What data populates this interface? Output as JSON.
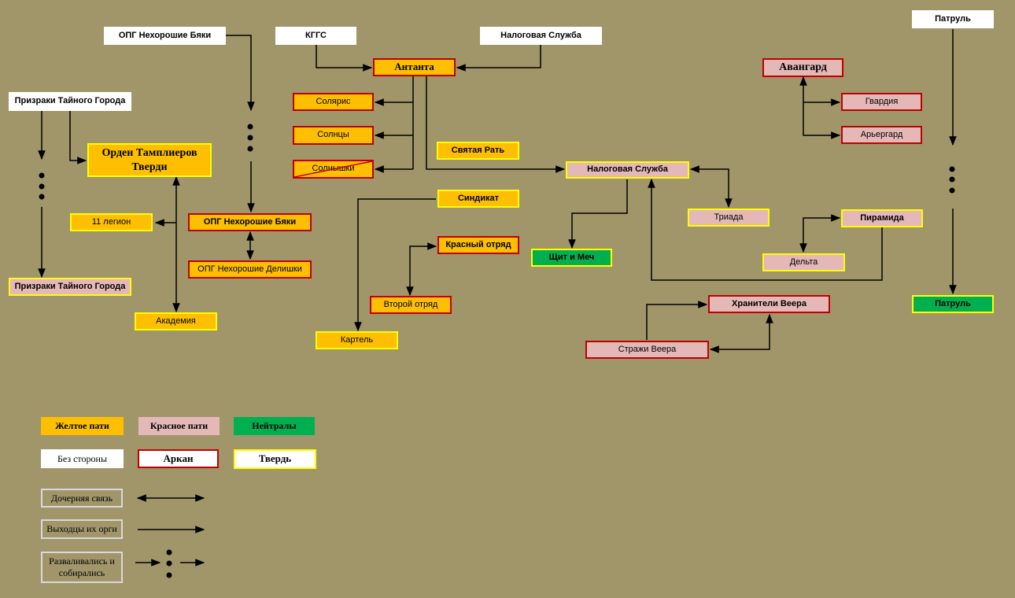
{
  "nodes": {
    "opg_byaki_top": "ОПГ Нехорошие Бяки",
    "kggs": "КГГС",
    "nalog_top": "Налоговая Служба",
    "antanta": "Антанта",
    "patrul_top": "Патруль",
    "avangard": "Авангард",
    "prizraki_top": "Призраки Тайного Города",
    "solyaris": "Солярис",
    "gvardiya": "Гвардия",
    "templiers": "Орден Тамплиеров Тверди",
    "solntsy": "Солнцы",
    "aryergard": "Арьергард",
    "svyataya_rat": "Святая Рать",
    "solnyshki": "Солнышки",
    "nalog_mid": "Налоговая Служба",
    "sindikat": "Синдикат",
    "triada": "Триада",
    "legion": "11 легион",
    "opg_byaki_mid": "ОПГ Нехорошие Бяки",
    "piramida": "Пирамида",
    "krasny_otryad": "Красный отряд",
    "shchit_mech": "Щит и Меч",
    "delta": "Дельта",
    "opg_delishki": "ОПГ Нехорошие Делишки",
    "prizraki_bottom": "Призраки Тайного Города",
    "vtoroy_otryad": "Второй отряд",
    "khraniteli": "Хранители Веера",
    "patrul_bottom": "Патруль",
    "akademiya": "Академия",
    "kartel": "Картель",
    "strazhi": "Стражи Веера"
  },
  "legend": {
    "yellow_party": "Желтое пати",
    "red_party": "Красное пати",
    "neutrals": "Нейтралы",
    "no_side": "Без стороны",
    "arkan": "Аркан",
    "tverd": "Твердь",
    "child_link": "Дочерняя связь",
    "splinters": "Выходцы их орги",
    "split_rejoin": "Разваливались и собирались"
  },
  "colors": {
    "background": "#a0966a",
    "yellow_party": "#fdbf00",
    "red_party": "#e5b8b8",
    "neutrals": "#00b050",
    "no_side": "#ffffff",
    "arkan_border": "#c00000",
    "tverd_border": "#ffff00"
  }
}
